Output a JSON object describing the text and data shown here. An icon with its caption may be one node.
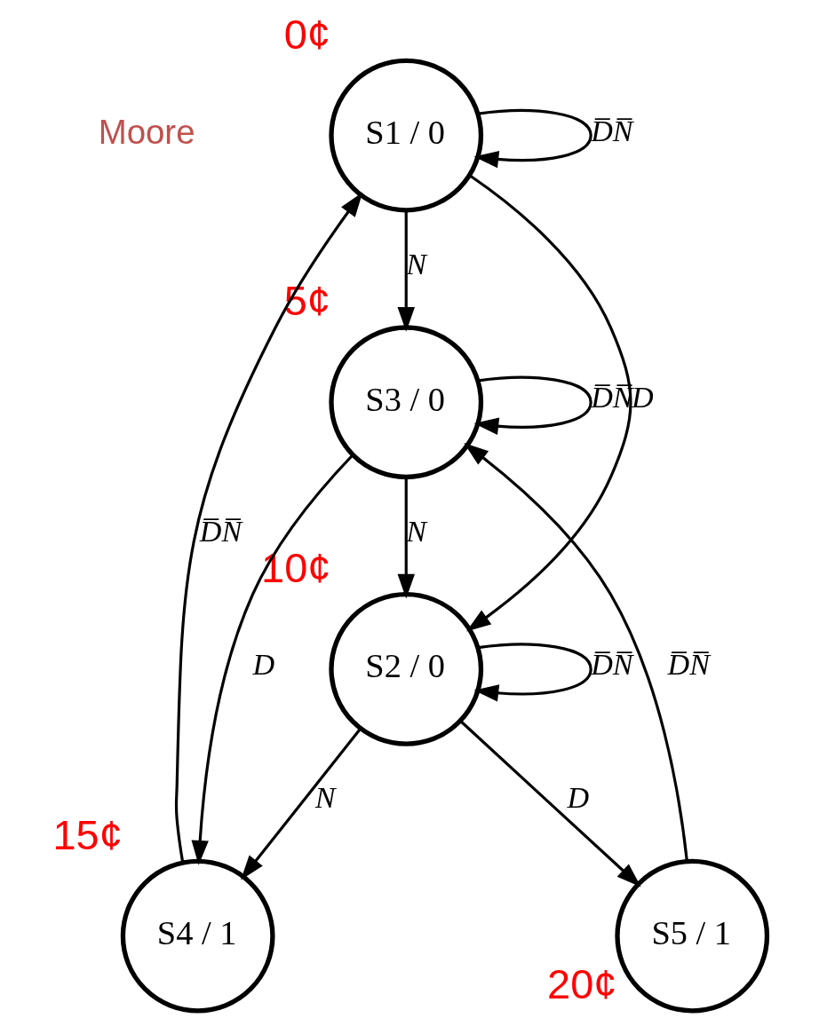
{
  "diagram": {
    "nodes": [
      {
        "text": [
          "S1 / 0"
        ],
        "beside": [
          "0¢"
        ]
      },
      {
        "text": [
          "S3 / 0"
        ],
        "beside": [
          "5¢"
        ]
      },
      {
        "text": [
          "S2 / 0"
        ],
        "beside": [
          "10¢"
        ]
      },
      {
        "text": [
          "S5 / 1"
        ],
        "beside": [
          "20¢"
        ]
      },
      {
        "text": [
          "S4 / 1"
        ],
        "beside": [
          "15¢"
        ]
      }
    ],
    "edges": [
      {
        "from": 0,
        "to": 0,
        "arrow": "to",
        "label": "D̅N̅"
      },
      {
        "from": 0,
        "to": 1,
        "arrow": "to",
        "label": "N"
      },
      {
        "from": 0,
        "to": 2,
        "arrow": "to",
        "label": "D"
      },
      {
        "from": 1,
        "to": 1,
        "arrow": "to",
        "label": "D̅N̅"
      },
      {
        "from": 1,
        "to": 2,
        "arrow": "to",
        "label": "N"
      },
      {
        "from": 1,
        "to": 4,
        "arrow": "to",
        "label": "D"
      },
      {
        "from": 2,
        "to": 2,
        "arrow": "to",
        "label": "D̅N̅"
      },
      {
        "from": 2,
        "to": 3,
        "arrow": "to",
        "label": "D"
      },
      {
        "from": 2,
        "to": 4,
        "arrow": "to",
        "label": "N"
      },
      {
        "from": 3,
        "to": 1,
        "arrow": "to",
        "label": "D̅N̅"
      },
      {
        "from": 4,
        "to": 0,
        "arrow": "to",
        "label": "D̅N̅"
      }
    ],
    "labels": [
      "Moore"
    ]
  }
}
